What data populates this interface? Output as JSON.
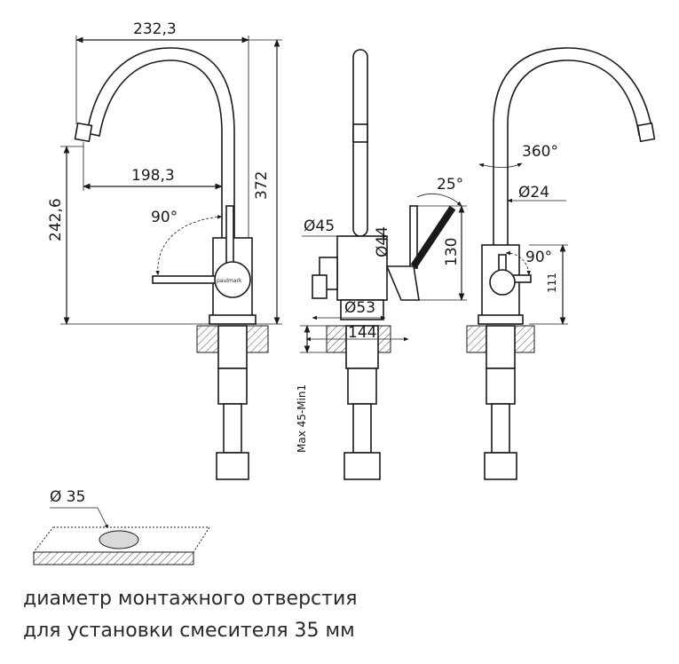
{
  "dimensions": {
    "spout_reach": "232,3",
    "spout_reach_inner": "198,3",
    "spout_height": "242,6",
    "total_height": "372",
    "lever_rotation_front": "90°",
    "diam_body": "Ø45",
    "diam_base": "Ø53",
    "diam_44": "Ø44",
    "lever_tilt": "25°",
    "lever_height": "130",
    "base_width": "144",
    "mount_thickness": "Max 45-Min1",
    "spout_rotation": "360°",
    "spout_diam": "Ø24",
    "lever_rotation_side": "90°",
    "body_height": "111"
  },
  "brand_mark": "paulmark",
  "hole": {
    "label": "Ø 35"
  },
  "caption": {
    "line1": "диаметр монтажного отверстия",
    "line2": "для установки смесителя 35 мм"
  }
}
